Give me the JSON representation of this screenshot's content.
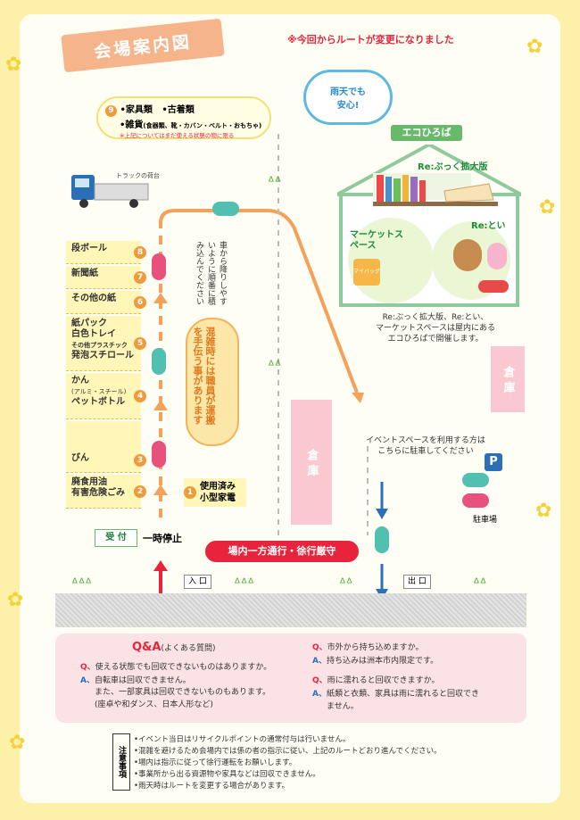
{
  "title": "会場案内図",
  "route_change_note": "※今回からルートが変更になりました",
  "rain_bubble": {
    "line1": "雨天でも",
    "line2": "安心!"
  },
  "furniture": {
    "number": "9",
    "line1a": "•家具類",
    "line1b": "•古着類",
    "line2": "•雑貨",
    "line2_detail": "(食器類、靴・カバン・ベルト・おもちゃ)",
    "note": "※上記についてはまだ使える状態の物に限る"
  },
  "truck_label": "トラックの荷台",
  "items": [
    {
      "num": "8",
      "line1": "段ボール",
      "line2": "",
      "line3": "",
      "line4": ""
    },
    {
      "num": "7",
      "line1": "新聞紙",
      "line2": "",
      "line3": "",
      "line4": ""
    },
    {
      "num": "6",
      "line1": "その他の紙",
      "line2": "",
      "line3": "",
      "line4": ""
    },
    {
      "num": "5",
      "line1": "紙パック",
      "line2": "白色トレイ",
      "line3": "その他プラスチック",
      "line4": "発泡スチロール"
    },
    {
      "num": "4",
      "line1": "かん",
      "line2": "(アルミ・スチール)",
      "line3": "ペットボトル",
      "line4": ""
    },
    {
      "num": "3",
      "line1": "びん",
      "line2": "",
      "line3": "",
      "line4": ""
    },
    {
      "num": "2",
      "line1": "廃食用油",
      "line2": "有害危険ごみ",
      "line3": "",
      "line4": ""
    }
  ],
  "small_appliances": {
    "num": "1",
    "line1": "使用済み",
    "line2": "小型家電"
  },
  "reception": "受 付",
  "stop": "一時停止",
  "get_out_note": "車から降りしやすいように順番に積み込んでください",
  "staff_note": "混雑時には職員が運搬を手伝う事があります",
  "warehouse": "倉 庫",
  "eco": {
    "label": "エコひろば",
    "rebook": "Re:ぶっく拡大版",
    "market": "マーケットスペース",
    "retoi": "Re:とい",
    "bag": "マイバッグ",
    "desc1": "Re:ぶっく拡大版、Re:とい、",
    "desc2": "マーケットスペースは屋内にある",
    "desc3": "エコひろばで開催します。"
  },
  "event_note1": "イベントスペースを利用する方は",
  "event_note2": "こちらに駐車してください",
  "parking_letter": "P",
  "parking_label": "駐車場",
  "one_way": "場内一方通行・徐行厳守",
  "entrance": "入 口",
  "exit": "出 口",
  "qa": {
    "title": "Q&A",
    "subtitle": "(よくある質問)",
    "q1": "使える状態でも回収できないものはありますか。",
    "a1a": "自転車は回収できません。",
    "a1b": "また、一部家具は回収できないものもあります。",
    "a1c": "(座卓や和ダンス、日本人形など)",
    "q2": "市外から持ち込めますか。",
    "a2": "持ち込みは洲本市内限定です。",
    "q3": "雨に濡れると回収できますか。",
    "a3a": "紙類と衣類、家具は雨に濡れると回収でき",
    "a3b": "ません。"
  },
  "notes_tag": "注意事項",
  "notes": [
    "•イベント当日はリサイクルポイントの通常付与は行いません。",
    "•混雑を避けるため会場内では係の者の指示に従い、上記のルートどおり進んでください。",
    "•場内は指示に従って徐行運転をお願いします。",
    "•事業所から出る資源物や家具などは回収できません。",
    "•雨天時はルートを変更する場合があります。"
  ],
  "colors": {
    "accent_red": "#e8243c",
    "orange": "#f09a3e",
    "green": "#68b96b",
    "blue": "#2b6fb6",
    "pink": "#f9c9cf"
  }
}
